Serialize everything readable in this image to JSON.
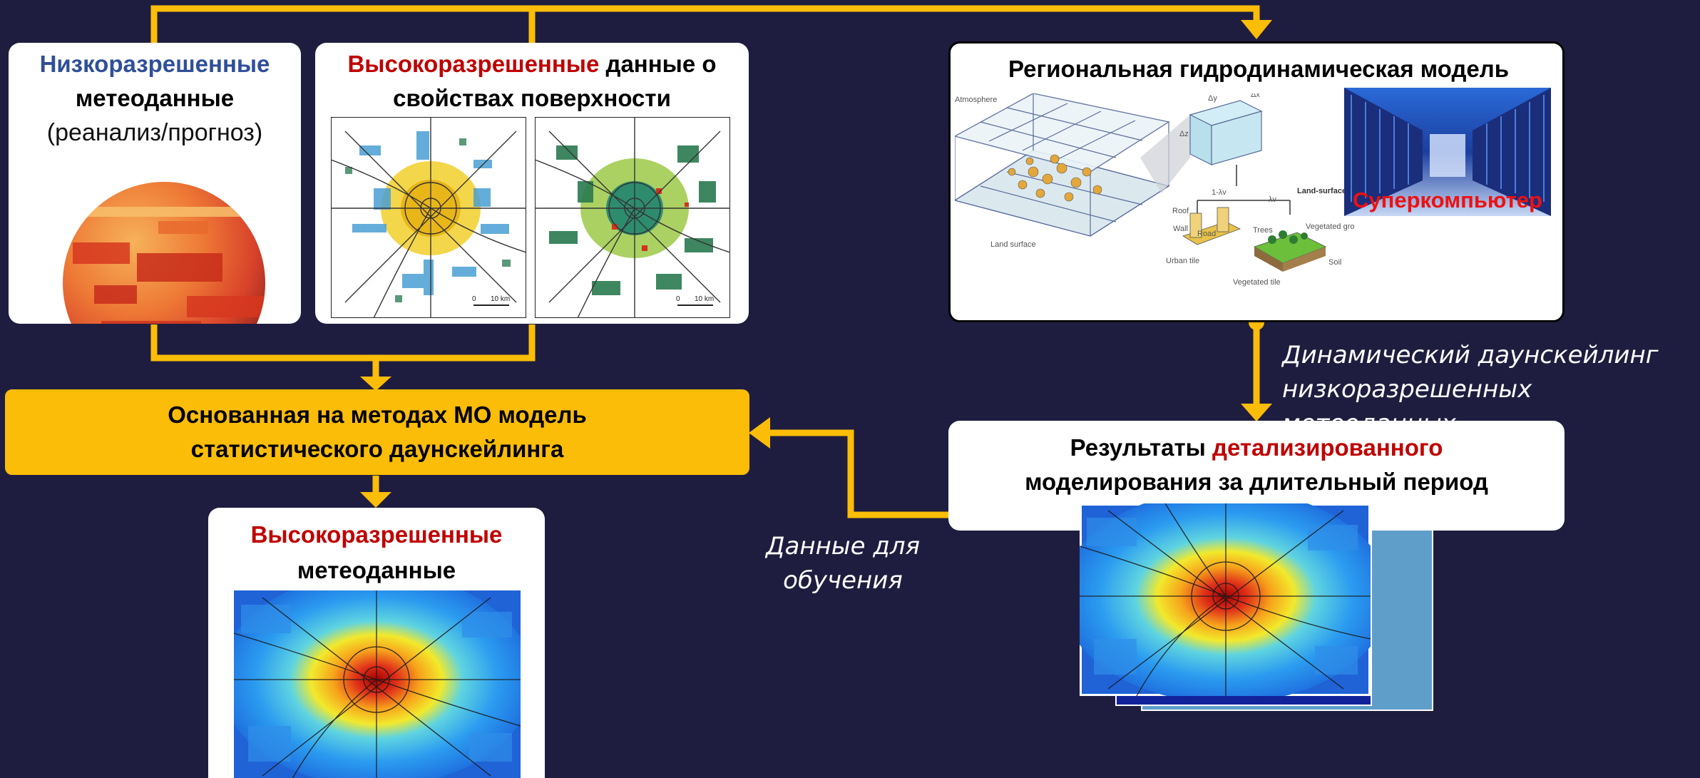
{
  "colors": {
    "background": "#1f1d3f",
    "accent": "#fbbd08",
    "highlight_blue": "#2f4f9a",
    "highlight_red": "#c00000"
  },
  "low_res": {
    "title_highlight": "Низкоразрешенные",
    "title_line2": "метеоданные",
    "title_line3": "(реанализ/прогноз)"
  },
  "high_res_surface": {
    "title_highlight": "Высокоразрешенные",
    "title_rest": "данные о",
    "title_line2": "свойствах поверхности",
    "scale_label_left": "10 km",
    "scale_label_right": "10 km",
    "scale_zero_left": "0",
    "scale_zero_right": "0"
  },
  "regional_model": {
    "title": "Региональная гидродинамическая модель",
    "supercomputer_label": "Суперкомпьютер",
    "diagram_labels": {
      "atmosphere": "Atmosphere",
      "land_surface": "Land surface",
      "dx": "Δx",
      "dy": "Δy",
      "dz": "Δz",
      "one_minus_lambda": "1-λv",
      "lambda": "λv",
      "land_surface_scheme": "Land-surface scheme",
      "roof": "Roof",
      "wall": "Wall",
      "road": "Road",
      "trees": "Trees",
      "vegetated_ground": "Vegetated ground",
      "soil": "Soil",
      "urban_tile": "Urban tile",
      "vegetated_tile": "Vegetated tile"
    }
  },
  "ml_model": {
    "line1": "Основанная на методах МО модель",
    "line2": "статистического даунскейлинга"
  },
  "results": {
    "title_prefix": "Результаты",
    "title_highlight": "детализированного",
    "title_line2": "моделирования за длительный период"
  },
  "output": {
    "title_highlight": "Высокоразрешенные",
    "title_line2": "метеоданные"
  },
  "captions": {
    "dynamic_line1": "Динамический даунскейлинг",
    "dynamic_line2": "низкоразрешенных метеоданных",
    "training_line1": "Данные для",
    "training_line2": "обучения"
  }
}
